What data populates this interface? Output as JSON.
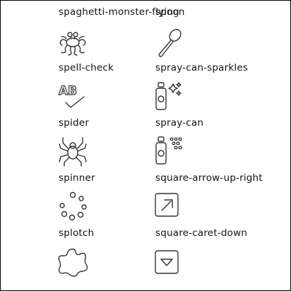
{
  "icons": [
    {
      "label": "spaghetti-monster-flying",
      "icon": "spaghetti-monster-flying-icon"
    },
    {
      "label": "spoon",
      "icon": "spoon-icon"
    },
    {
      "label": "spell-check",
      "icon": "spell-check-icon"
    },
    {
      "label": "spray-can-sparkles",
      "icon": "spray-can-sparkles-icon"
    },
    {
      "label": "spider",
      "icon": "spider-icon"
    },
    {
      "label": "spray-can",
      "icon": "spray-can-icon"
    },
    {
      "label": "spinner",
      "icon": "spinner-icon"
    },
    {
      "label": "square-arrow-up-right",
      "icon": "square-arrow-up-right-icon"
    },
    {
      "label": "splotch",
      "icon": "splotch-icon"
    },
    {
      "label": "square-caret-down",
      "icon": "square-caret-down-icon"
    }
  ],
  "glyph_text": {
    "spell_check_letters": "AB"
  },
  "colors": {
    "stroke": "#333333",
    "text": "#111111",
    "background": "#ffffff"
  }
}
